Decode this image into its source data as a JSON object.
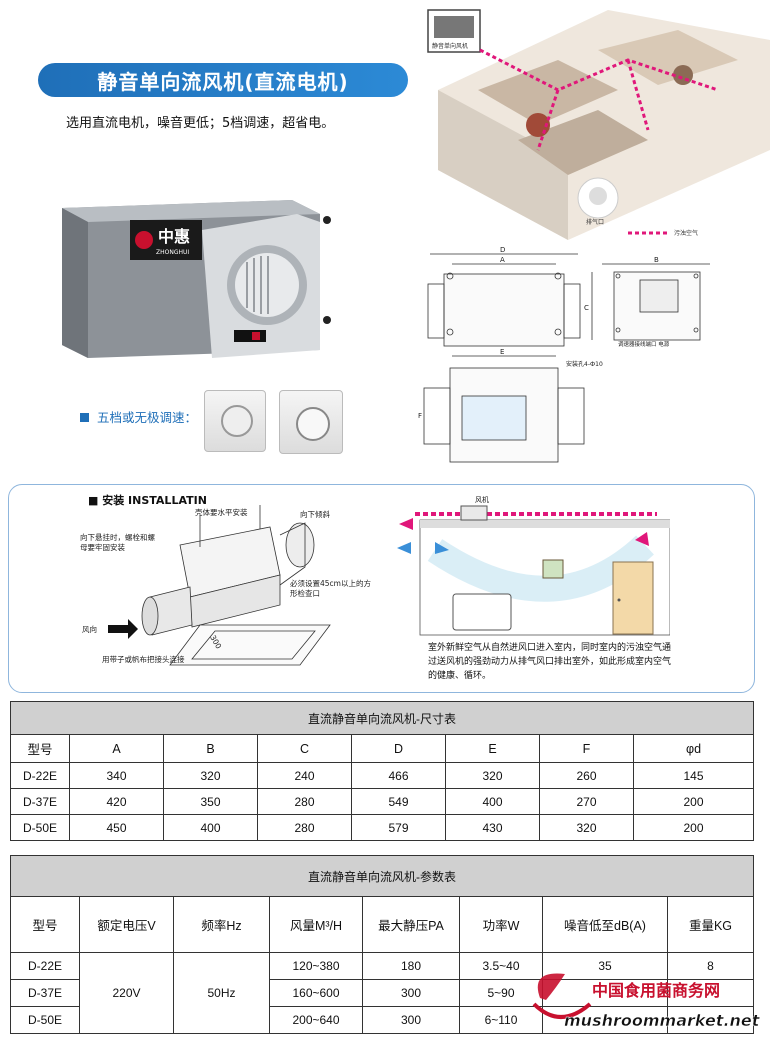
{
  "header": {
    "title": "静音单向流风机(直流电机)",
    "subtitle": "选用直流电机，噪音更低；5档调速，超省电。"
  },
  "product": {
    "brand": "中惠",
    "brand_pinyin": "ZHONGHUI"
  },
  "speed_control": {
    "label": "五档或无极调速："
  },
  "house": {
    "inset_label": "静音单向风机",
    "exhaust_label": "排气口",
    "legend": "污浊空气"
  },
  "drawings": {
    "dim_a": "A",
    "dim_b": "B",
    "dim_c": "C",
    "dim_d": "D",
    "dim_e": "E",
    "dim_f": "F",
    "hole_note": "安装孔4-Ф10",
    "panel_note": "调速器接线端口 电源"
  },
  "installation": {
    "heading": "■ 安装 INSTALLATIN",
    "note_level": "壳体要水平安装",
    "note_tilt": "向下倾斜",
    "note_hang": "向下悬挂时，螺栓和螺母要牢固安装",
    "note_access": "必须设置45cm以上的方形检查口",
    "note_wind": "风向",
    "note_strap": "用带子或帆布把接头连接",
    "dim_300": "300",
    "fan_label": "风机",
    "flow_text": "室外新鲜空气从自然进风口进入室内，同时室内的污浊空气通过送风机的强劲动力从排气风口排出室外，如此形成室内空气的健康、循环。"
  },
  "size_table": {
    "caption": "直流静音单向流风机-尺寸表",
    "headers": [
      "型号",
      "A",
      "B",
      "C",
      "D",
      "E",
      "F",
      "φd"
    ],
    "rows": [
      [
        "D-22E",
        "340",
        "320",
        "240",
        "466",
        "320",
        "260",
        "145"
      ],
      [
        "D-37E",
        "420",
        "350",
        "280",
        "549",
        "400",
        "270",
        "200"
      ],
      [
        "D-50E",
        "450",
        "400",
        "280",
        "579",
        "430",
        "320",
        "200"
      ]
    ]
  },
  "param_table": {
    "caption": "直流静音单向流风机-参数表",
    "headers": [
      "型号",
      "额定电压V",
      "频率Hz",
      "风量M³/H",
      "最大静压PA",
      "功率W",
      "噪音低至dB(A)",
      "重量KG"
    ],
    "voltage": "220V",
    "frequency": "50Hz",
    "rows": [
      {
        "model": "D-22E",
        "airflow": "120~380",
        "pressure": "180",
        "power": "3.5~40",
        "noise": "35",
        "weight": "8"
      },
      {
        "model": "D-37E",
        "airflow": "160~600",
        "pressure": "300",
        "power": "5~90",
        "noise": "",
        "weight": ""
      },
      {
        "model": "D-50E",
        "airflow": "200~640",
        "pressure": "300",
        "power": "6~110",
        "noise": "",
        "weight": ""
      }
    ]
  },
  "watermark": {
    "cn": "中国食用菌商务网",
    "url": "mushroommarket.net"
  },
  "colors": {
    "accent_blue": "#1f6fb8",
    "dirty_air": "#e0177a",
    "fresh_air": "#3a8fd8"
  }
}
